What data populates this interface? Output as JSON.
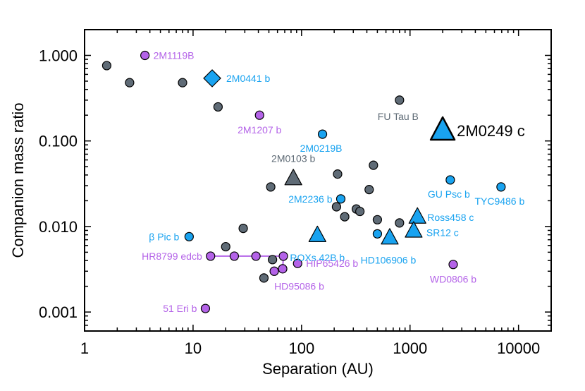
{
  "chart_data": {
    "type": "scatter",
    "xlabel": "Separation (AU)",
    "ylabel": "Companion mass ratio",
    "xscale": "log",
    "yscale": "log",
    "xlim": [
      1,
      20000
    ],
    "ylim": [
      0.0006,
      2.0
    ],
    "x_ticks": [
      1,
      10,
      100,
      1000,
      10000
    ],
    "x_tick_labels": [
      "1",
      "10",
      "100",
      "1000",
      "10000"
    ],
    "y_ticks": [
      0.001,
      0.01,
      0.1,
      1.0
    ],
    "y_tick_labels": [
      "0.001",
      "0.010",
      "0.100",
      "1.000"
    ],
    "grid": false,
    "colors": {
      "gray": "#5f6b76",
      "blue": "#19a3f0",
      "purple": "#b463e8",
      "line": "#b463e8",
      "outline": "#000000"
    },
    "series": [
      {
        "color": "gray",
        "marker": "circle",
        "points": [
          {
            "x": 1.6,
            "y": 0.76
          },
          {
            "x": 2.6,
            "y": 0.48
          },
          {
            "x": 8.0,
            "y": 0.48
          },
          {
            "x": 17,
            "y": 0.25
          },
          {
            "x": 20,
            "y": 0.0058
          },
          {
            "x": 29,
            "y": 0.0095
          },
          {
            "x": 45,
            "y": 0.0025
          },
          {
            "x": 52,
            "y": 0.029
          },
          {
            "x": 54,
            "y": 0.0041
          },
          {
            "x": 210,
            "y": 0.017
          },
          {
            "x": 215,
            "y": 0.041
          },
          {
            "x": 250,
            "y": 0.013
          },
          {
            "x": 320,
            "y": 0.016
          },
          {
            "x": 345,
            "y": 0.015
          },
          {
            "x": 420,
            "y": 0.027
          },
          {
            "x": 460,
            "y": 0.052
          },
          {
            "x": 500,
            "y": 0.012
          },
          {
            "x": 800,
            "y": 0.011
          },
          {
            "x": 800,
            "y": 0.3,
            "label": "FU Tau B"
          }
        ]
      },
      {
        "color": "gray",
        "marker": "triangle",
        "points": [
          {
            "x": 84,
            "y": 0.036,
            "label": "2M0103 b"
          }
        ]
      },
      {
        "color": "blue",
        "marker": "circle",
        "points": [
          {
            "x": 9.2,
            "y": 0.0076,
            "label": "β Pic b"
          },
          {
            "x": 156,
            "y": 0.12,
            "label": "2M0219B"
          },
          {
            "x": 230,
            "y": 0.021,
            "label": "2M2236 b"
          },
          {
            "x": 500,
            "y": 0.0082
          },
          {
            "x": 2350,
            "y": 0.035,
            "label": "GU Psc b"
          },
          {
            "x": 6900,
            "y": 0.029,
            "label": "TYC9486 b"
          }
        ]
      },
      {
        "color": "blue",
        "marker": "triangle",
        "points": [
          {
            "x": 140,
            "y": 0.0078,
            "label": "ROXs 42B b"
          },
          {
            "x": 650,
            "y": 0.0073,
            "label": "HD106906 b"
          },
          {
            "x": 1170,
            "y": 0.0128,
            "label": "Ross458 c"
          },
          {
            "x": 1080,
            "y": 0.0088,
            "label": "SR12 c"
          },
          {
            "x": 2000,
            "y": 0.13,
            "label": "2M0249 c"
          }
        ]
      },
      {
        "color": "blue",
        "marker": "diamond",
        "points": [
          {
            "x": 15,
            "y": 0.54,
            "label": "2M0441 b"
          }
        ]
      },
      {
        "color": "purple",
        "marker": "circle",
        "points": [
          {
            "x": 3.6,
            "y": 1.0,
            "label": "2M1119B"
          },
          {
            "x": 41,
            "y": 0.2,
            "label": "2M1207 b"
          },
          {
            "x": 14.5,
            "y": 0.0045,
            "label": "HR8799 edcb"
          },
          {
            "x": 24,
            "y": 0.0045
          },
          {
            "x": 38,
            "y": 0.0045
          },
          {
            "x": 68,
            "y": 0.0045
          },
          {
            "x": 56,
            "y": 0.003,
            "label": "HD95086 b"
          },
          {
            "x": 67,
            "y": 0.0032
          },
          {
            "x": 92,
            "y": 0.0037,
            "label": "HIP65426 b"
          },
          {
            "x": 13,
            "y": 0.0011,
            "label": "51 Eri b"
          },
          {
            "x": 2500,
            "y": 0.0036,
            "label": "WD0806 b"
          }
        ]
      }
    ],
    "connector": {
      "color": "line",
      "points": [
        [
          14.5,
          0.0045
        ],
        [
          24,
          0.0045
        ],
        [
          38,
          0.0045
        ],
        [
          68,
          0.0045
        ],
        [
          67,
          0.0032
        ],
        [
          56,
          0.003
        ]
      ]
    }
  }
}
